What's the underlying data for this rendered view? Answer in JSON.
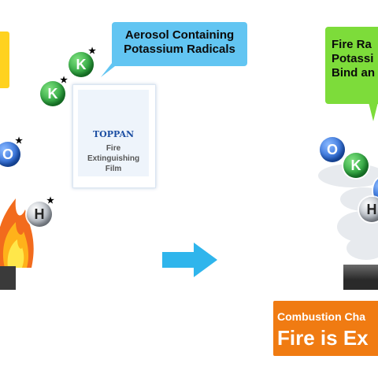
{
  "callouts": {
    "left_aerosol": {
      "lines": [
        "Aerosol Containing",
        "Potassium Radicals"
      ],
      "color": "#62c5f2"
    },
    "right_radicals": {
      "lines": [
        "Fire Ra",
        "Potassi",
        "Bind an"
      ],
      "color": "#7ddc3a"
    }
  },
  "film": {
    "brand": "TOPPAN",
    "label_lines": [
      "Fire",
      "Extinguishing",
      "Film"
    ]
  },
  "atoms": {
    "k_symbol": "K",
    "o_symbol": "O",
    "h_symbol": "H",
    "radical_mark": "★"
  },
  "banner": {
    "line1": "Combustion Cha",
    "line2": "Fire is Ex",
    "color": "#f07b12"
  },
  "colors": {
    "arrow": "#2fb5ec",
    "yellow_box": "#ffd21f",
    "potassium": "#1e9a33",
    "oxygen": "#1f5fd0",
    "hydrogen": "#9aa2ad"
  }
}
